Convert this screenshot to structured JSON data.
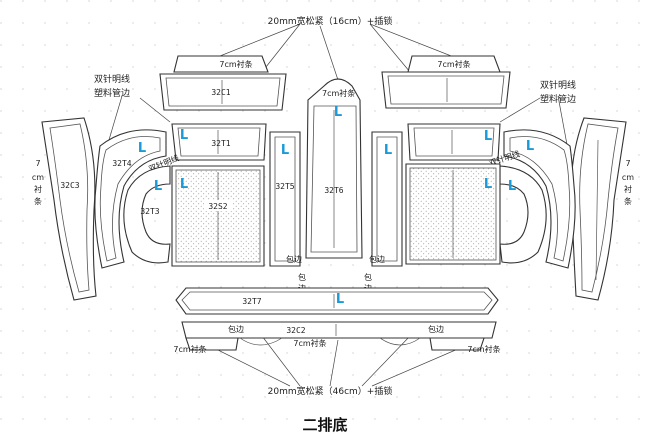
{
  "diagram": {
    "caption": "二排底",
    "notes": {
      "top_closure": "20mm宽松紧（16cm）+插锁",
      "bottom_closure": "20mm宽松紧（46cm）+插锁",
      "strip_7cm": "7cm衬条",
      "double_stitch": "双针明线",
      "plastic_pipe": "塑料管边",
      "binding": "包边",
      "binding_split_1": "包",
      "binding_split_2": "边",
      "side_strip_1": "7",
      "side_strip_2": "cm",
      "side_strip_3": "衬",
      "side_strip_4": "条",
      "diag_double_stitch": "双针明线",
      "marker": "L"
    },
    "pieces": {
      "p32C1": "32C1",
      "p32T1": "32T1",
      "p32C3": "32C3",
      "p32T4": "32T4",
      "p32T3": "32T3",
      "p32S2": "32S2",
      "p32T5": "32T5",
      "p32T6": "32T6",
      "p32T7": "32T7",
      "p32C2": "32C2"
    }
  }
}
